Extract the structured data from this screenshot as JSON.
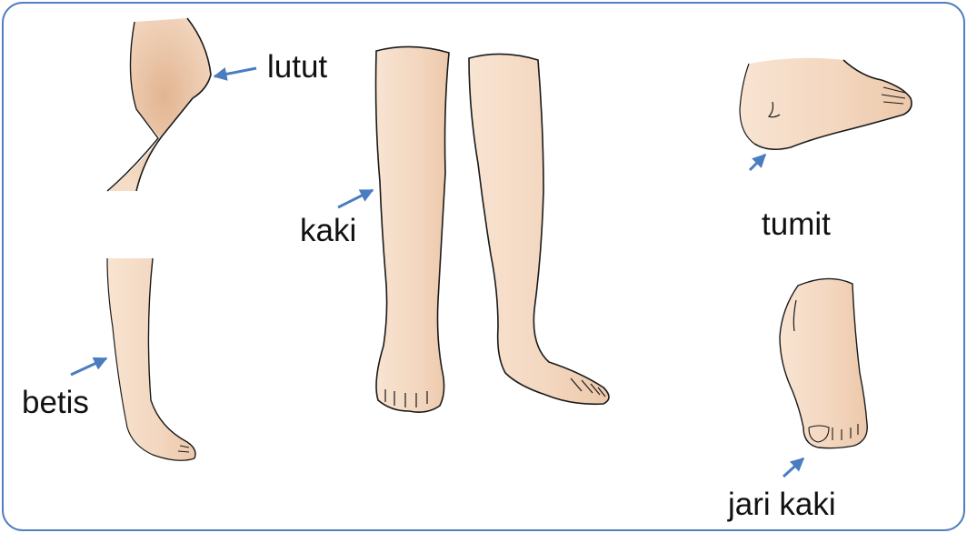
{
  "labels": {
    "lutut": "lutut",
    "kaki": "kaki",
    "tumit": "tumit",
    "betis": "betis",
    "jari_kaki": "jari kaki"
  },
  "colors": {
    "frame": "#4f7fbe",
    "arrow": "#4a7dc0",
    "skin": "#f5dcc6",
    "skin_shade": "#e8bf9e",
    "outline": "#1a1a1a"
  }
}
